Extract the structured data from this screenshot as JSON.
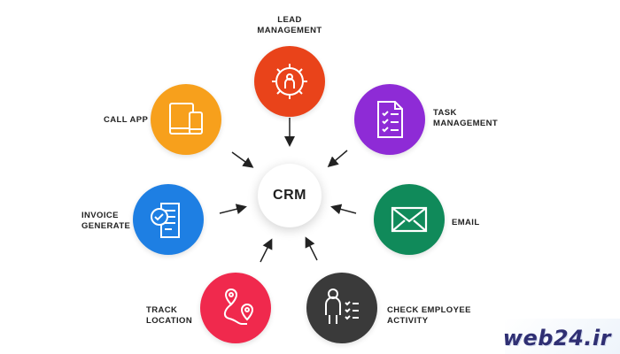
{
  "center": {
    "label": "CRM"
  },
  "nodes": {
    "lead": {
      "line1": "LEAD",
      "line2": "MANAGEMENT",
      "color": "#e9431a",
      "icon": "gear-person-icon"
    },
    "task": {
      "line1": "TASK",
      "line2": "MANAGEMENT",
      "color": "#8e2bd6",
      "icon": "checklist-document-icon"
    },
    "email": {
      "line1": "EMAIL",
      "color": "#108a5a",
      "icon": "envelope-icon"
    },
    "employee": {
      "line1": "CHECK EMPLOYEE",
      "line2": "ACTIVITY",
      "color": "#3a3a3a",
      "icon": "person-checklist-icon"
    },
    "track": {
      "line1": "TRACK",
      "line2": "LOCATION",
      "color": "#f0294d",
      "icon": "route-pin-icon"
    },
    "invoice": {
      "line1": "INVOICE",
      "line2": "GENERATE",
      "color": "#1e7fe3",
      "icon": "invoice-check-icon"
    },
    "call": {
      "line1": "CALL APP",
      "color": "#f7a01c",
      "icon": "tablet-phone-icon"
    }
  },
  "brand": {
    "text": "web24.ir"
  }
}
